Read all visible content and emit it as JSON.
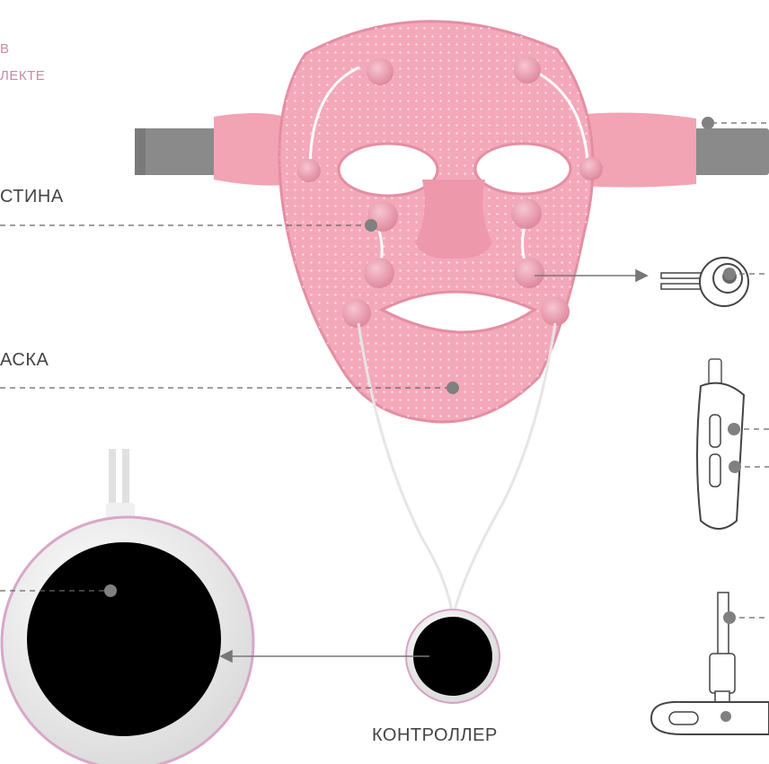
{
  "kit_note": {
    "line1": "В",
    "line2": "ЛЕКТЕ"
  },
  "labels": {
    "plate": "СТИНА",
    "mask": "АСКА",
    "controller": "КОНТРОЛЛЕР"
  },
  "colors": {
    "mask_pink": "#f4a9ba",
    "mask_edge": "#e48ea3",
    "strap_gray": "#8a8a8a",
    "accent_text": "#c98aa3",
    "controller_face": "#000000",
    "controller_ring": "#f2f2f2"
  },
  "icons": [
    "face-mask",
    "electrode",
    "controller",
    "usb-cable",
    "side-buttons"
  ]
}
